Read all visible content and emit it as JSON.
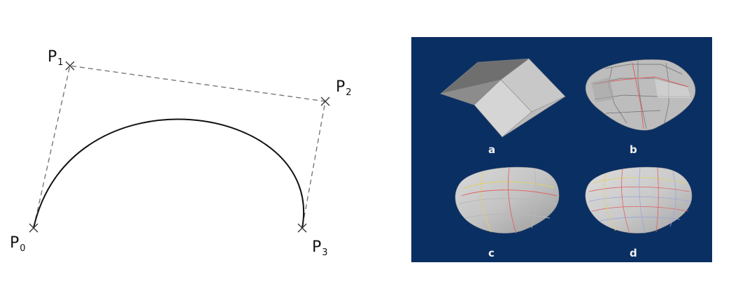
{
  "bezier": {
    "points": [
      {
        "name": "P",
        "sub": "0"
      },
      {
        "name": "P",
        "sub": "1"
      },
      {
        "name": "P",
        "sub": "2"
      },
      {
        "name": "P",
        "sub": "3"
      }
    ]
  },
  "surfaces": {
    "background_color": "#0a2f63",
    "panels": [
      {
        "label": "a"
      },
      {
        "label": "b"
      },
      {
        "label": "c"
      },
      {
        "label": "d"
      }
    ]
  }
}
